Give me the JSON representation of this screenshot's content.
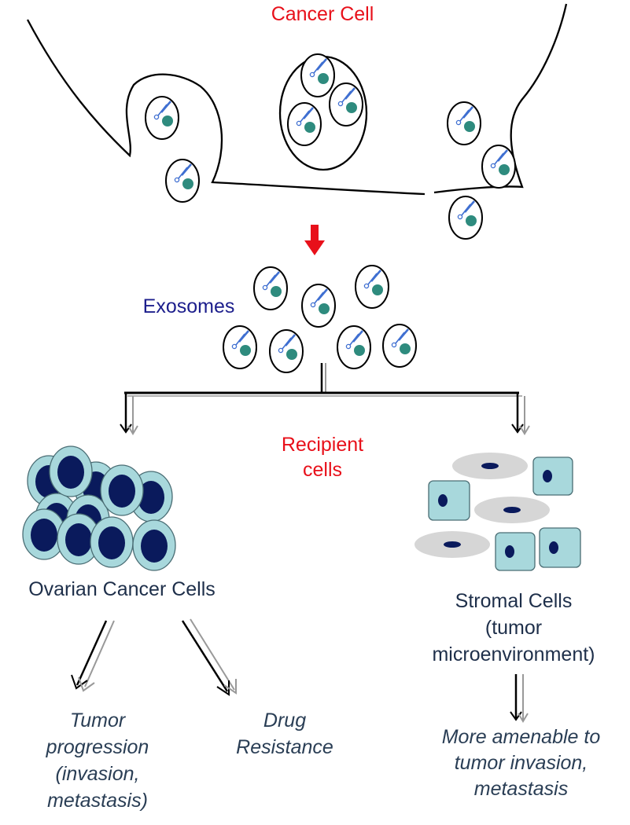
{
  "labels": {
    "cancer_cell": "Cancer Cell",
    "exosomes": "Exosomes",
    "recipient_cells": "Recipient\ncells",
    "ovarian_cancer_cells": "Ovarian Cancer Cells",
    "stromal_cells": "Stromal Cells\n(tumor\nmicroenvironment)",
    "tumor_progression": "Tumor\nprogression\n(invasion,\nmetastasis)",
    "drug_resistance": "Drug\nResistance",
    "more_amenable": "More amenable to\ntumor invasion,\nmetastasis"
  },
  "colors": {
    "title_red": "#e8101a",
    "exosome_label_navy": "#1c1e8c",
    "cargo_teal": "#2e8b7e",
    "rna_blue": "#3f6fd1",
    "cell_fill": "#a8d8dc",
    "nucleus": "#0a1a5c",
    "stroma_grey": "#d6d6d6"
  }
}
